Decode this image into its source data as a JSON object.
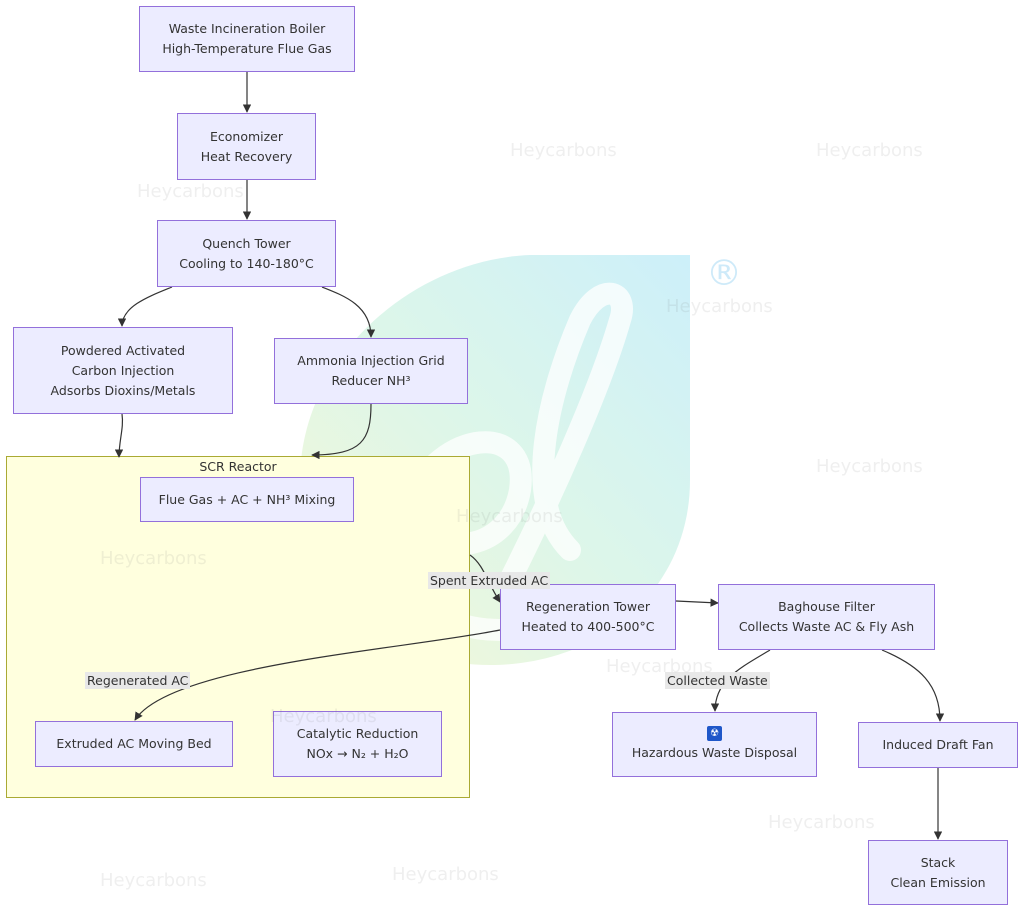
{
  "diagram": {
    "cluster": {
      "title": "SCR Reactor"
    },
    "nodes": {
      "boiler": {
        "line1": "Waste Incineration Boiler",
        "line2": "High-Temperature Flue Gas"
      },
      "economizer": {
        "line1": "Economizer",
        "line2": "Heat Recovery"
      },
      "quench": {
        "line1": "Quench Tower",
        "line2": "Cooling to 140-180°C"
      },
      "pac": {
        "line1": "Powdered Activated",
        "line2": "Carbon Injection",
        "line3": "Adsorbs Dioxins/Metals"
      },
      "ammonia": {
        "line1": "Ammonia Injection Grid",
        "line2": "Reducer NH³"
      },
      "mixing": {
        "line1": "Flue Gas + AC + NH³ Mixing"
      },
      "bed": {
        "line1": "Extruded AC Moving Bed"
      },
      "catalytic": {
        "line1": "Catalytic Reduction",
        "line2": "NOx → N₂ + H₂O"
      },
      "regen": {
        "line1": "Regeneration Tower",
        "line2": "Heated to 400-500°C"
      },
      "baghouse": {
        "line1": "Baghouse Filter",
        "line2": "Collects Waste AC & Fly Ash"
      },
      "hazardous": {
        "line1": "Hazardous Waste Disposal"
      },
      "fan": {
        "line1": "Induced Draft Fan"
      },
      "stack": {
        "line1": "Stack",
        "line2": "Clean Emission"
      }
    },
    "edge_labels": {
      "spent": "Spent Extruded AC",
      "regenerated": "Regenerated AC",
      "collected": "Collected Waste"
    }
  },
  "watermark": {
    "text": "Heycarbons",
    "symbol": "®"
  },
  "colors": {
    "node_fill": "#ececff",
    "node_border": "#9370db",
    "cluster_fill": "#ffffde",
    "cluster_border": "#aaaa33",
    "edge": "#333333",
    "label_bg": "#e8e8e8"
  }
}
